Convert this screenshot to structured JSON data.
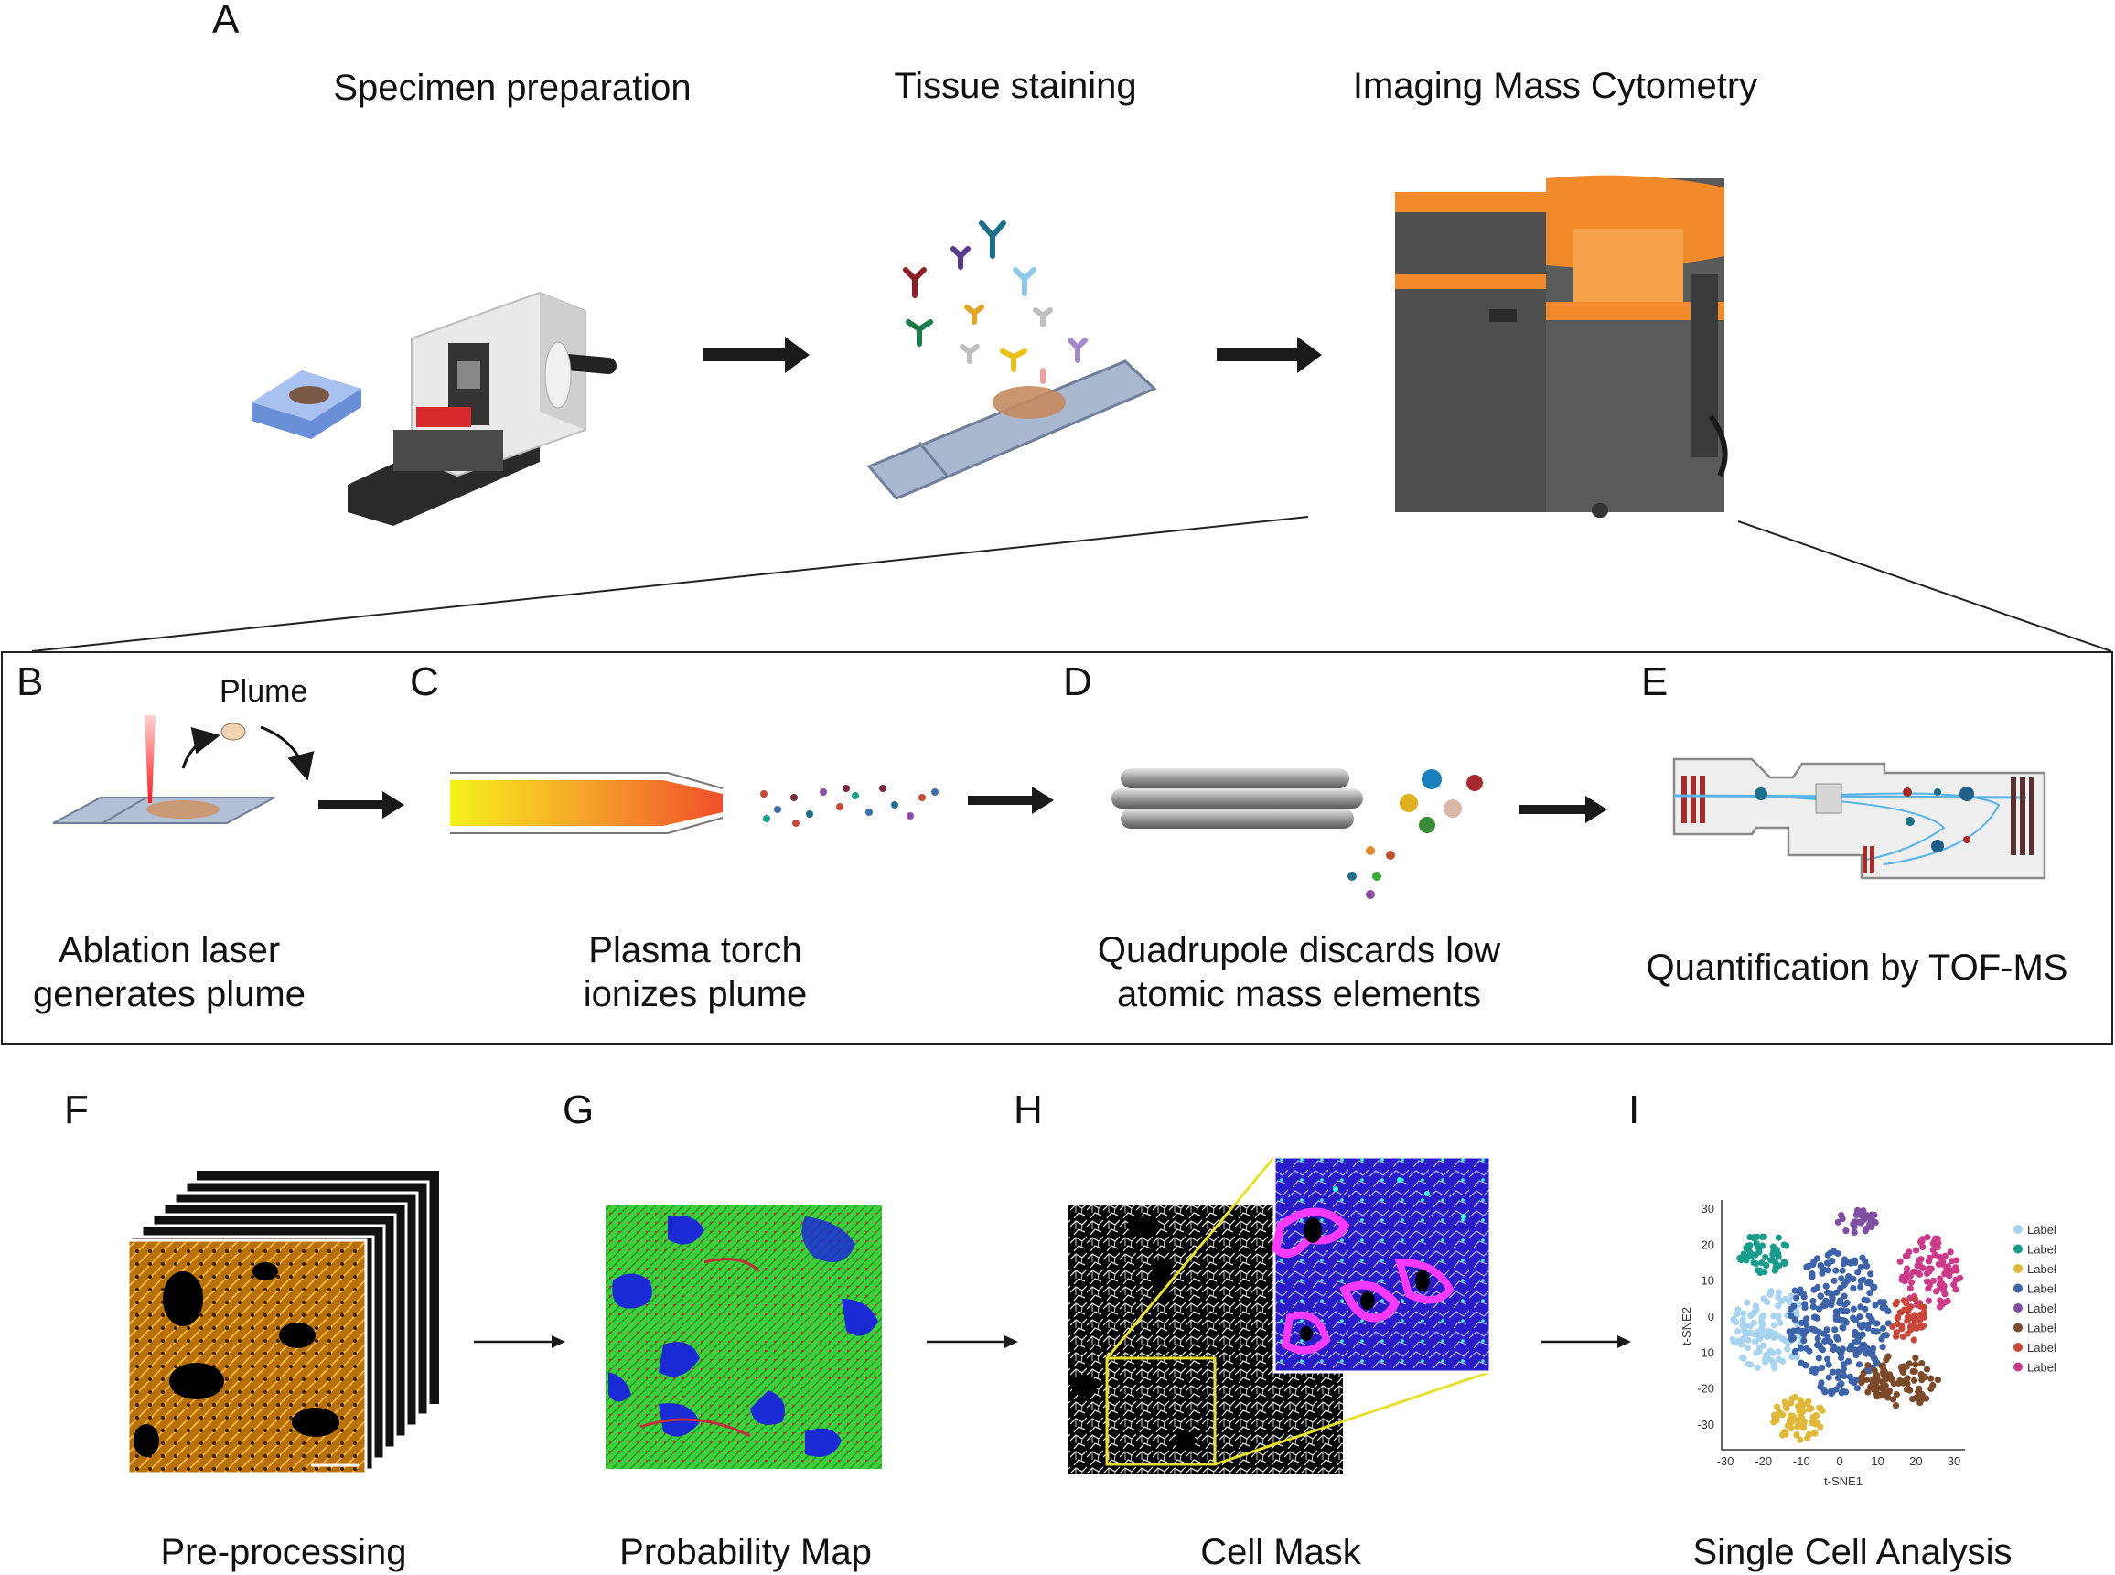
{
  "panels": {
    "A": {
      "letter": "A"
    },
    "B": {
      "letter": "B",
      "caption_line1": "Ablation laser",
      "caption_line2": "generates plume",
      "plume_label": "Plume"
    },
    "C": {
      "letter": "C",
      "caption_line1": "Plasma torch",
      "caption_line2": "ionizes plume"
    },
    "D": {
      "letter": "D",
      "caption_line1": "Quadrupole discards low",
      "caption_line2": "atomic mass elements"
    },
    "E": {
      "letter": "E",
      "caption": "Quantification by TOF-MS"
    },
    "F": {
      "letter": "F",
      "caption": "Pre-processing"
    },
    "G": {
      "letter": "G",
      "caption": "Probability Map"
    },
    "H": {
      "letter": "H",
      "caption": "Cell Mask"
    },
    "I": {
      "letter": "I",
      "caption": "Single Cell Analysis"
    }
  },
  "steps": [
    {
      "title": "Specimen preparation"
    },
    {
      "title": "Tissue staining"
    },
    {
      "title": "Imaging Mass Cytometry"
    }
  ],
  "tsne": {
    "xlabel": "t-SNE1",
    "ylabel": "t-SNE2",
    "xticks": [
      "-30",
      "-20",
      "-10",
      "0",
      "10",
      "20",
      "30"
    ],
    "yticks": [
      "30",
      "20",
      "10",
      "0",
      "10",
      "-20",
      "-30"
    ],
    "legend": [
      {
        "label": "Label",
        "color": "#a8d4ef"
      },
      {
        "label": "Label",
        "color": "#1a9c8c"
      },
      {
        "label": "Label",
        "color": "#e0b83a"
      },
      {
        "label": "Label",
        "color": "#3f63a8"
      },
      {
        "label": "Label",
        "color": "#7e4fa2"
      },
      {
        "label": "Label",
        "color": "#7a4a2a"
      },
      {
        "label": "Label",
        "color": "#c8473b"
      },
      {
        "label": "Label",
        "color": "#cc3a8a"
      }
    ]
  },
  "colors": {
    "orange": "#f08a2a",
    "machine_dark": "#4a4a4a",
    "arrow": "#1a1a1a",
    "probability_green": "#3fcf3a",
    "probability_blue": "#1a2bd6",
    "mask_yellow": "#e8e030"
  }
}
